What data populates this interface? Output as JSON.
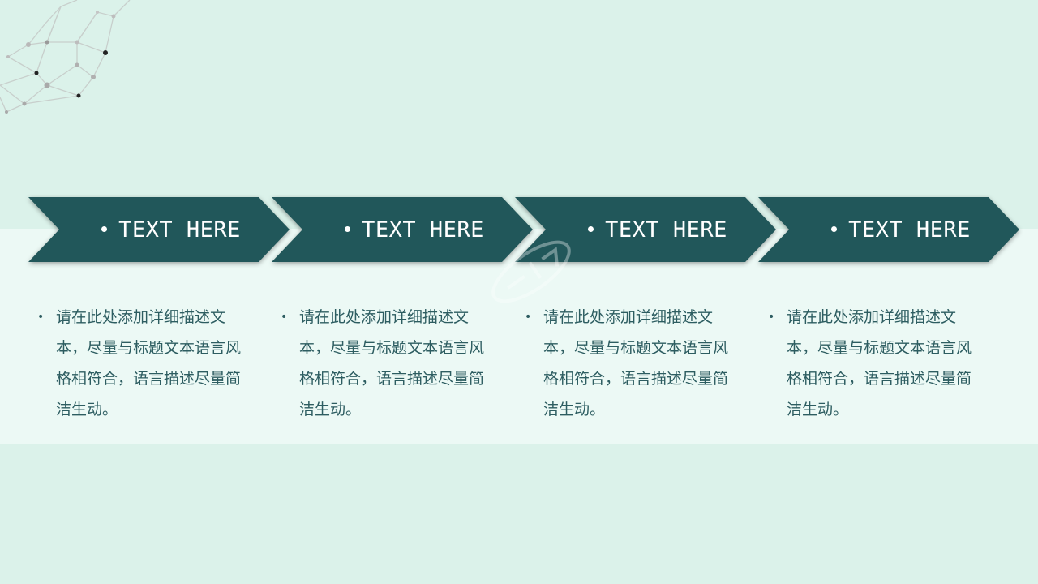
{
  "colors": {
    "background": "#dbf2ea",
    "band": "#ecf9f5",
    "chevron_fill": "#21575a",
    "text": "#2d5d61"
  },
  "steps": [
    {
      "title": "TEXT HERE",
      "description": "请在此处添加详细描述文本，尽量与标题文本语言风格相符合，语言描述尽量简洁生动。"
    },
    {
      "title": "TEXT HERE",
      "description": "请在此处添加详细描述文本，尽量与标题文本语言风格相符合，语言描述尽量简洁生动。"
    },
    {
      "title": "TEXT HERE",
      "description": "请在此处添加详细描述文本，尽量与标题文本语言风格相符合，语言描述尽量简洁生动。"
    },
    {
      "title": "TEXT HERE",
      "description": "请在此处添加详细描述文本，尽量与标题文本语言风格相符合，语言描述尽量简洁生动。"
    }
  ]
}
